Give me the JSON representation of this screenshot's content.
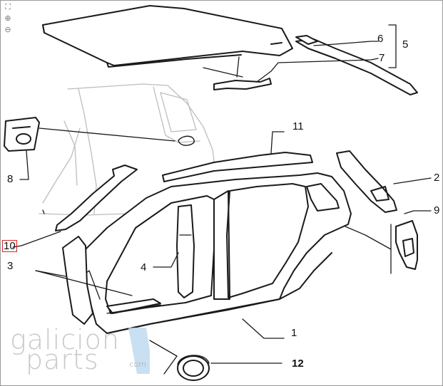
{
  "toolbar": {
    "fit_icon": "fit-to-window-icon",
    "zoom_in_icon": "zoom-in-icon",
    "zoom_out_icon": "zoom-out-icon"
  },
  "callouts": {
    "c1": "1",
    "c2": "2",
    "c3": "3",
    "c4": "4",
    "c5": "5",
    "c6": "6",
    "c7": "7",
    "c8": "8",
    "c9": "9",
    "c10": "10",
    "c11": "11",
    "c12": "12"
  },
  "watermark": {
    "line1": "galicion",
    "line2": "parts",
    "suffix": ".com"
  },
  "colors": {
    "line": "#1a1a1a",
    "ghost": "#b8b8b8",
    "highlight_box": "#dd2222",
    "watermark_accent": "#bcd8ef"
  }
}
